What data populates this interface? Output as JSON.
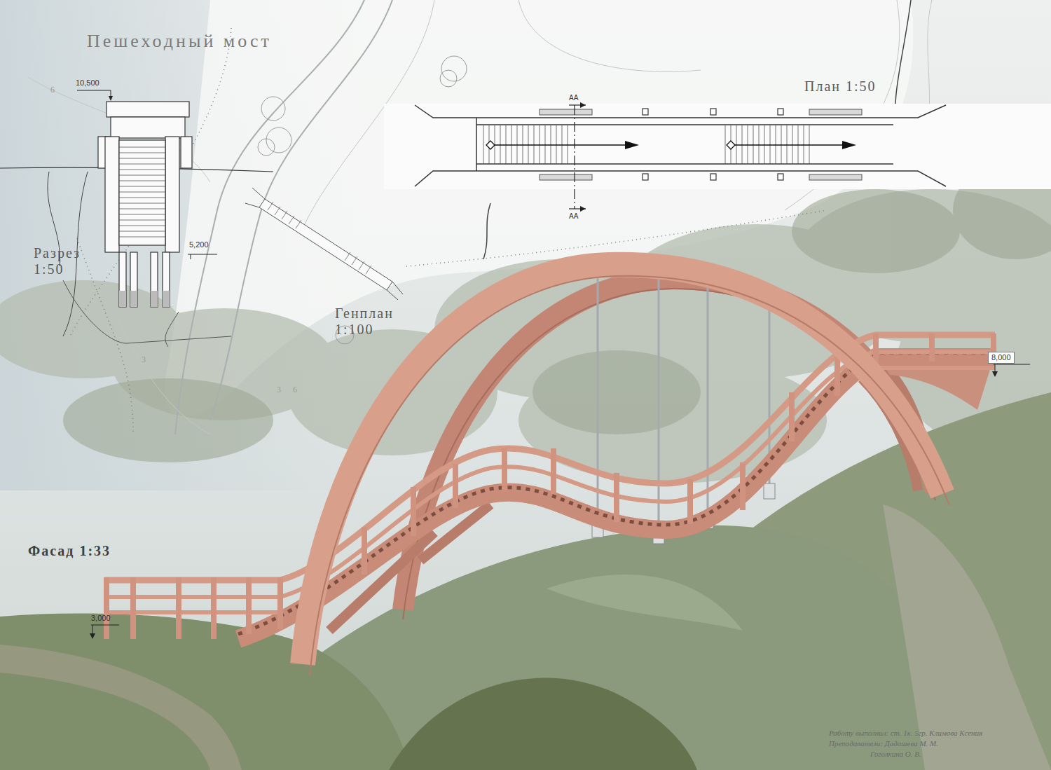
{
  "diagram": {
    "title": "Пешеходный мост",
    "labels": [
      "10,500",
      "Разрез 1:50",
      "5,200",
      "Генплан 1:100",
      "План 1:50",
      "АА",
      "АА",
      "6",
      "3",
      "3",
      "6",
      "Фасад 1:33",
      "3,000",
      "8,000",
      "Работу выполнил: ст. 1к. 5гр. Климова Ксения",
      "Преподаватели: Дадашева М. М.",
      "Гоголкина О. В."
    ]
  }
}
